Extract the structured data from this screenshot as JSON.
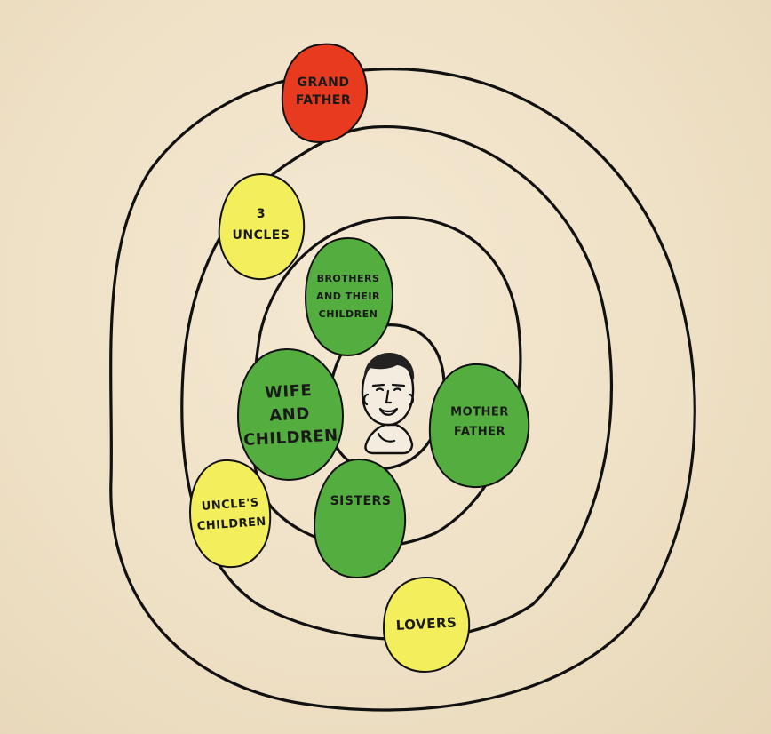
{
  "colors": {
    "background": "#efe1c6",
    "close": "#53ad3f",
    "medium": "#f2ee5c",
    "distant": "#e83a1f",
    "ink": "#111111"
  },
  "center": {
    "icon": "self-portrait-face"
  },
  "nodes": {
    "grandfather": {
      "lines": [
        "GRAND",
        "FATHER"
      ],
      "color": "distant"
    },
    "uncles": {
      "lines": [
        "3",
        "UNCLES"
      ],
      "color": "medium"
    },
    "brothers": {
      "lines": [
        "BROTHERS",
        "AND THEIR",
        "CHILDREN"
      ],
      "color": "close"
    },
    "wife": {
      "lines": [
        "WIFE",
        "AND",
        "CHILDREN"
      ],
      "color": "close"
    },
    "mother_father": {
      "lines": [
        "MOTHER",
        "FATHER"
      ],
      "color": "close"
    },
    "sisters": {
      "lines": [
        "SISTERS"
      ],
      "color": "close"
    },
    "uncles_children": {
      "lines": [
        "UNCLE'S",
        "CHILDREN"
      ],
      "color": "medium"
    },
    "lovers": {
      "lines": [
        "LOVERS"
      ],
      "color": "medium"
    }
  }
}
